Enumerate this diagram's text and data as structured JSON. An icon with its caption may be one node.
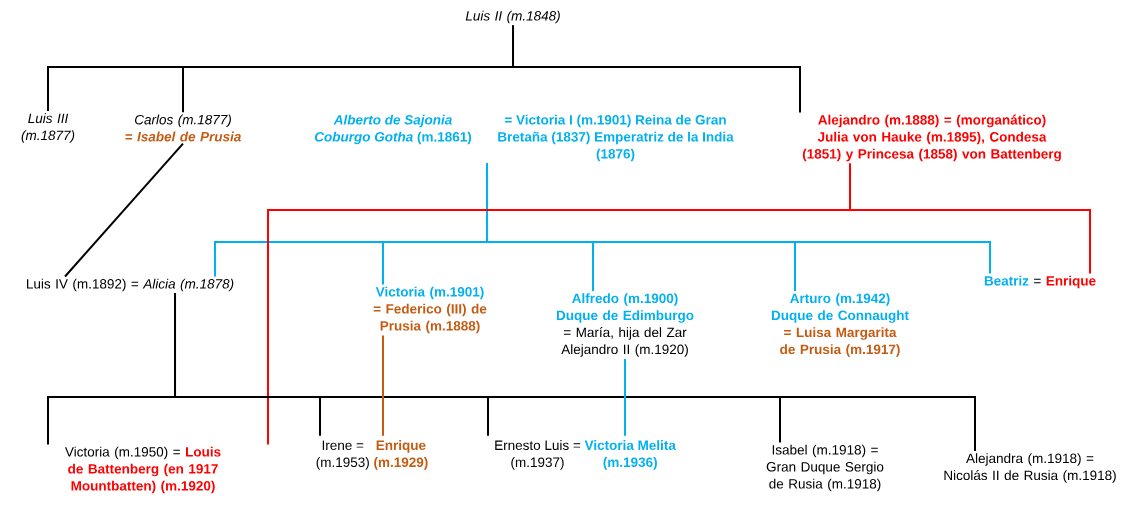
{
  "diagram": {
    "nodes": [
      {
        "text": [
          "Luis II (m.1848)"
        ]
      },
      {
        "text": [
          "Luis III (m.1877)"
        ]
      },
      {
        "text": [
          "Carlos (m.1877)",
          "= Isabel de Prusia"
        ]
      },
      {
        "text": [
          "*Alberto de Sajonia Coburgo Gotha* (m.1861)",
          "= Victoria I (m.1901) Reina de Gran Bretaña (1837) Emperatriz de la India (1876)"
        ]
      },
      {
        "text": [
          "Alejandro (m.1888) = (morganático) Julia von Hauke (m.1895), Condesa (1851) y Princesa (1858) von Battenberg"
        ]
      },
      {
        "text": [
          "Luis IV (m.1892) = *Alicia (m.1878)*"
        ]
      },
      {
        "text": [
          "Victoria (m.1901)",
          "= Federico (III) de Prusia (m.1888)"
        ]
      },
      {
        "text": [
          "Alfredo (m.1900) Duque de Edimburgo",
          "= María, hija del Zar Alejandro II (m.1920)"
        ]
      },
      {
        "text": [
          "Arturo (m.1942) Duque de Connaught",
          "= Luisa Margarita de Prusia (m.1917)"
        ]
      },
      {
        "text": [
          "Beatriz",
          "=",
          "Enrique"
        ]
      },
      {
        "text": [
          "Victoria (m.1950) =",
          "Louis de Battenberg (en 1917 Mountbatten) (m.1920)"
        ]
      },
      {
        "text": [
          "Irene =",
          "Enrique",
          "(m.1953)",
          "(m.1929)"
        ]
      },
      {
        "text": [
          "Ernesto Luis =",
          "Victoria Melita",
          "(m.1937)",
          "(m.1936)"
        ]
      },
      {
        "text": [
          "Isabel (m.1918) = Gran Duque Sergio de Rusia (m.1918)"
        ]
      },
      {
        "text": [
          "Alejandra (m.1918) = Nicolás II de Rusia (m.1918)"
        ]
      }
    ],
    "edges": [
      {
        "from": 0,
        "to": 1,
        "arrow": "none"
      },
      {
        "from": 0,
        "to": 2,
        "arrow": "none"
      },
      {
        "from": 0,
        "to": 4,
        "arrow": "none"
      },
      {
        "from": 2,
        "to": 5,
        "arrow": "none"
      },
      {
        "from": 3,
        "to": 5,
        "arrow": "none",
        "color": "#00b0f0"
      },
      {
        "from": 3,
        "to": 6,
        "arrow": "none",
        "color": "#00b0f0"
      },
      {
        "from": 3,
        "to": 7,
        "arrow": "none",
        "color": "#00b0f0"
      },
      {
        "from": 3,
        "to": 8,
        "arrow": "none",
        "color": "#00b0f0"
      },
      {
        "from": 3,
        "to": 9,
        "arrow": "none",
        "color": "#00b0f0"
      },
      {
        "from": 4,
        "to": 10,
        "arrow": "none",
        "color": "#ff0000"
      },
      {
        "from": 4,
        "to": 9,
        "arrow": "none",
        "color": "#ff0000"
      },
      {
        "from": 5,
        "to": 10,
        "arrow": "none"
      },
      {
        "from": 5,
        "to": 11,
        "arrow": "none"
      },
      {
        "from": 5,
        "to": 12,
        "arrow": "none"
      },
      {
        "from": 5,
        "to": 13,
        "arrow": "none"
      },
      {
        "from": 5,
        "to": 14,
        "arrow": "none"
      },
      {
        "from": 6,
        "to": 11,
        "arrow": "none",
        "color": "#c55a11"
      },
      {
        "from": 7,
        "to": 12,
        "arrow": "none",
        "color": "#00b0f0"
      }
    ]
  }
}
